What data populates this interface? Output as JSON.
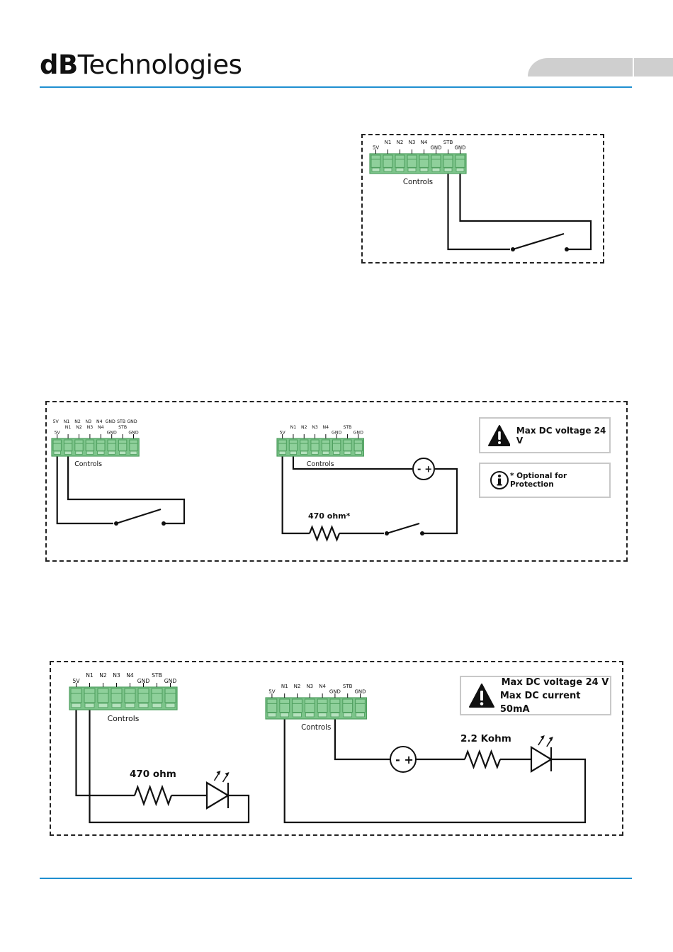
{
  "header": {
    "brand_bold": "dB",
    "brand_rest": "Technologies"
  },
  "terminal_labels": {
    "row_top": [
      "N1",
      "N2",
      "N3",
      "N4",
      "STB"
    ],
    "row_bottom": [
      "5V",
      "GND",
      "GND"
    ],
    "fig2_left_dup_top": [
      "5V",
      "N1",
      "N2",
      "N3",
      "N4",
      "GND",
      "STB",
      "GND"
    ]
  },
  "connector_caption": "Controls",
  "notes": {
    "max_voltage": "Max DC voltage 24 V",
    "optional_protection": "* Optional for Protection",
    "max_current": "Max DC current 50mA"
  },
  "components": {
    "resistor_470_opt": "470 ohm*",
    "resistor_470": "470 ohm",
    "resistor_2k2": "2.2 Kohm",
    "battery_minus": "-",
    "battery_plus": "+"
  },
  "icons": [
    "warning-triangle-icon",
    "info-circle-icon",
    "switch-icon",
    "led-icon",
    "resistor-icon",
    "dc-source-icon"
  ],
  "colors": {
    "accent_blue": "#1f8fd0",
    "terminal_green": "#7cc48a",
    "terminal_dark": "#4e9e5e",
    "tab_grey": "#cfcfcf"
  }
}
